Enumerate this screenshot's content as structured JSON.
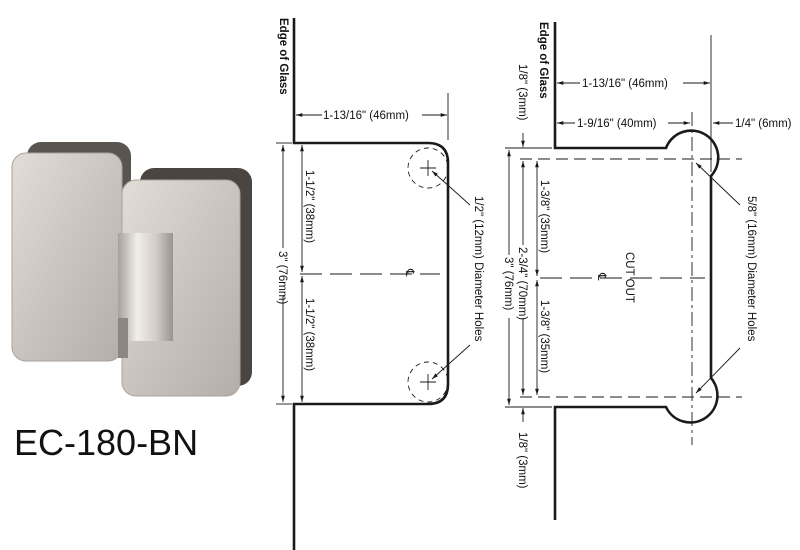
{
  "product": {
    "model": "EC-180-BN",
    "image": "glass-to-glass-180-hinge-brushed-nickel"
  },
  "glass_drawing": {
    "edge_label": "Edge of Glass",
    "width_dim": "1-13/16\" (46mm)",
    "height_dim": "3\" (76mm)",
    "upper_half_dim": "1-1/2\" (38mm)",
    "lower_half_dim": "1-1/2\" (38mm)",
    "centerline": "℄",
    "holes_label": "1/2\" (12mm) Diameter Holes"
  },
  "cutout_drawing": {
    "edge_label": "Edge of Glass",
    "width_dim": "1-13/16\" (46mm)",
    "hole_center_dim": "1-9/16\" (40mm)",
    "offset_dim": "1/4\" (6mm)",
    "top_gap_dim": "1/8\" (3mm)",
    "bottom_gap_dim": "1/8\" (3mm)",
    "height_dim": "3\" (76mm)",
    "hole_spacing_dim": "2-3/4\" (70mm)",
    "upper_half_dim": "1-3/8\" (35mm)",
    "lower_half_dim": "1-3/8\" (35mm)",
    "cutout_label": "CUT OUT",
    "centerline": "℄",
    "holes_label": "5/8\" (16mm) Diameter Holes"
  },
  "colors": {
    "line": "#1a1a1a",
    "metal": "#cdc6c0",
    "metal_dark": "#4a4541"
  }
}
